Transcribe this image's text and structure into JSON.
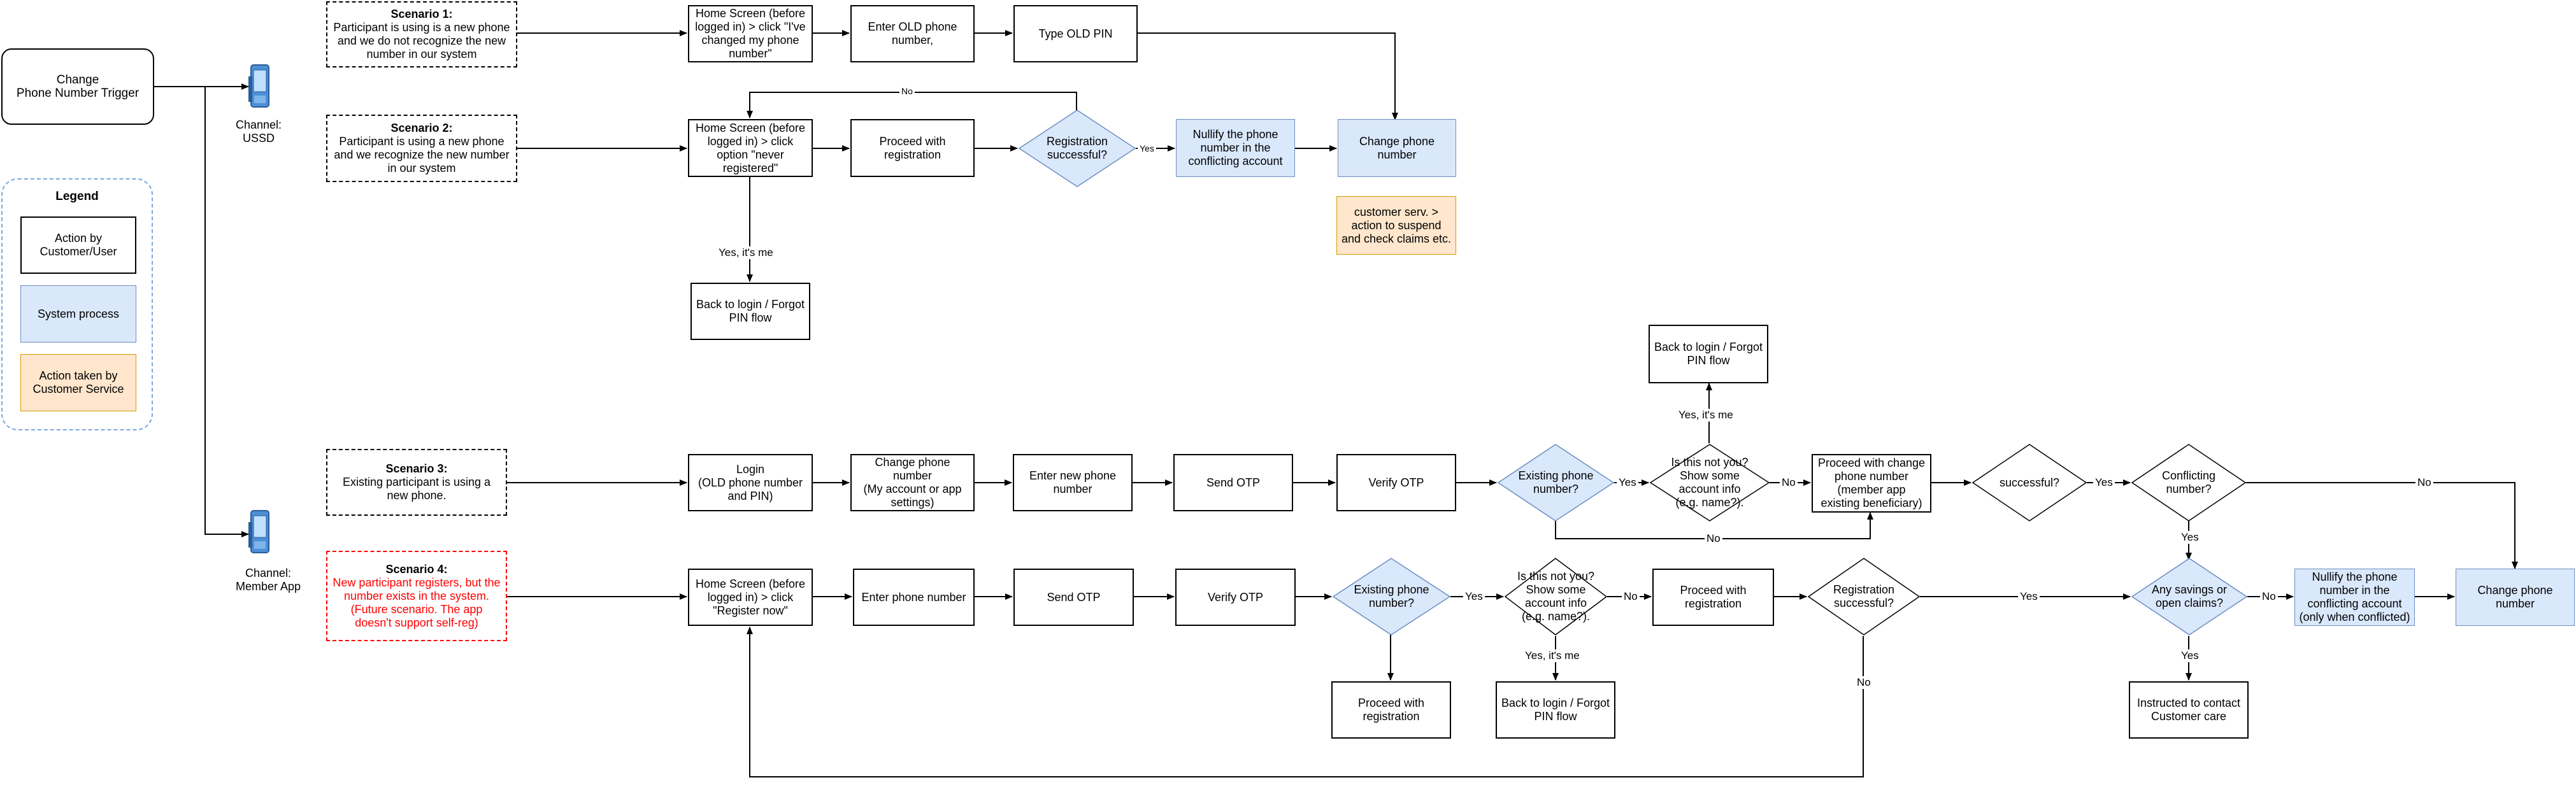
{
  "trigger": "Change\nPhone Number Trigger",
  "legend": {
    "title": "Legend",
    "user": "Action by\nCustomer/User",
    "system": "System process",
    "cs": "Action taken by\nCustomer Service"
  },
  "channels": {
    "ussd": "Channel:\nUSSD",
    "app": "Channel:\nMember App"
  },
  "scenarios": {
    "s1": {
      "title": "Scenario 1:",
      "body": "Participant is using is a new phone and we do not recognize the new number in our system"
    },
    "s2": {
      "title": "Scenario 2:",
      "body": "Participant is using a new phone and we recognize the new number in our system"
    },
    "s3": {
      "title": "Scenario 3:",
      "body": "Existing participant is using a new phone."
    },
    "s4": {
      "title": "Scenario 4:",
      "body": "New participant registers, but the number exists in the system. (Future scenario. The app doesn't support self-reg)"
    }
  },
  "nodes": {
    "s1_home": "Home Screen (before logged in) > click \"I've changed my phone number\"",
    "s1_old": "Enter OLD phone number,",
    "s1_pin": "Type OLD PIN",
    "s2_home": "Home Screen (before logged in) > click option \"never registered\"",
    "s2_proceed": "Proceed with registration",
    "s2_reg": "Registration successful?",
    "s2_nullify": "Nullify the phone number in the conflicting account",
    "s2_change": "Change phone number",
    "s2_cs": "customer serv. > action to suspend and check claims etc.",
    "s2_back": "Back to login / Forgot PIN flow",
    "s3_login": "Login\n(OLD phone number and PIN)",
    "s3_change": "Change phone number\n(My account or app settings)",
    "s3_enter": "Enter new phone number",
    "s3_send": "Send OTP",
    "s3_verify": "Verify OTP",
    "s3_exist": "Existing phone number?",
    "s3_notyou": "Is this not you? Show some account info (e.g. name?).",
    "s3_back": "Back to login / Forgot PIN flow",
    "s3_proceed": "Proceed with change phone number (member app existing beneficiary)",
    "s3_success": "successful?",
    "s3_conflict": "Conflicting number?",
    "s4_home": "Home Screen (before logged in) > click \"Register now\"",
    "s4_enter": "Enter phone number",
    "s4_send": "Send OTP",
    "s4_verify": "Verify OTP",
    "s4_exist": "Existing phone number?",
    "s4_proceedA": "Proceed with registration",
    "s4_notyou": "Is this not you? Show some account info (e.g. name?).",
    "s4_back": "Back to login / Forgot PIN flow",
    "s4_proceedB": "Proceed with registration",
    "s4_reg": "Registration successful?",
    "s4_savings": "Any savings or open claims?",
    "s4_nullify": "Nullify the phone number in the conflicting account (only when conflicted)",
    "s4_change": "Change phone number",
    "s4_contact": "Instructed to contact Customer care"
  },
  "labels": {
    "no": "No",
    "yes": "Yes",
    "yes_me": "Yes, it's me"
  },
  "colors": {
    "system_fill": "#dae8fc",
    "system_stroke": "#6c8ebf",
    "cs_fill": "#ffe6cc",
    "cs_stroke": "#d79b00",
    "scenario4_text": "#ff0000",
    "legend_border": "#7ea6e0"
  },
  "icons": [
    "mobile-phone-icon"
  ]
}
